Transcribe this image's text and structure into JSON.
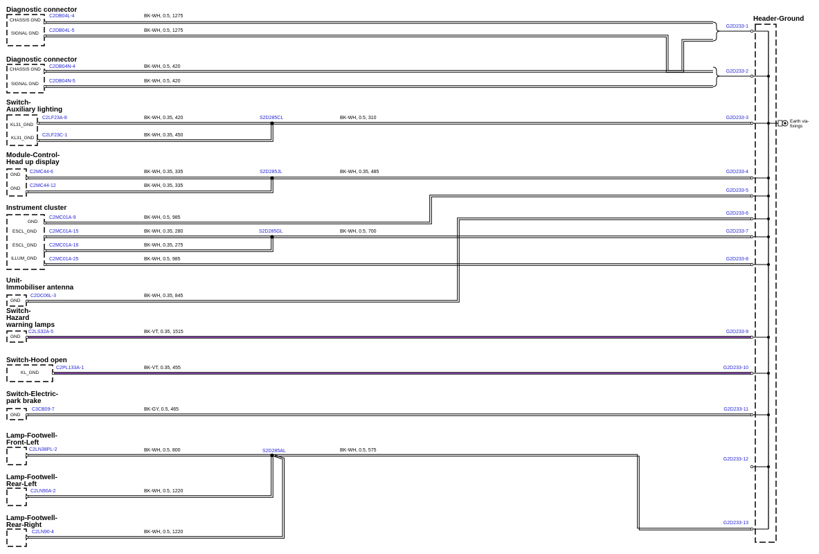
{
  "header": {
    "title": "Header-Ground"
  },
  "earth": {
    "line1": "Earth via-",
    "line2": "fixings"
  },
  "components": [
    {
      "title": [
        "Diagnostic connector"
      ],
      "pins": [
        "CHASSIS GND",
        "SIGNAL GND"
      ]
    },
    {
      "title": [
        "Diagnostic connector"
      ],
      "pins": [
        "CHASSIS GND",
        "SIGNAL GND"
      ]
    },
    {
      "title": [
        "Switch-",
        "Auxiliary lighting"
      ],
      "pins": [
        "KL31_GND",
        "KL31_GND"
      ]
    },
    {
      "title": [
        "Module-Control-",
        "Head up display"
      ],
      "pins": [
        "GND",
        "GND"
      ]
    },
    {
      "title": [
        "Instrument cluster"
      ],
      "pins": [
        "GND",
        "ESCL_GND",
        "ESCL_GND",
        "ILLUM_GND"
      ]
    },
    {
      "title": [
        "Unit-",
        "Immobiliser antenna"
      ],
      "pins": [
        "GND"
      ]
    },
    {
      "title": [
        "Switch-",
        "Hazard",
        "warning lamps"
      ],
      "pins": [
        "GND"
      ]
    },
    {
      "title": [
        "Switch-Hood open"
      ],
      "pins": [
        "KL_GND"
      ]
    },
    {
      "title": [
        "Switch-Electric-",
        "park brake"
      ],
      "pins": [
        "GND"
      ]
    },
    {
      "title": [
        "Lamp-Footwell-",
        "Front-Left"
      ],
      "pins": []
    },
    {
      "title": [
        "Lamp-Footwell-",
        "Rear-Left"
      ],
      "pins": []
    },
    {
      "title": [
        "Lamp-Footwell-",
        "Rear-Right"
      ],
      "pins": []
    }
  ],
  "wires": [
    {
      "conn": "C2DB04L-4",
      "spec": "BK-WH,  0.5,  1275"
    },
    {
      "conn": "C2DB04L-5",
      "spec": "BK-WH,  0.5,  1275"
    },
    {
      "conn": "C2DB04N-4",
      "spec": "BK-WH,  0.5,  420"
    },
    {
      "conn": "C2DB04N-5",
      "spec": "BK-WH,  0.5,  420"
    },
    {
      "conn": "C2LF23A-8",
      "spec": "BK-WH,  0.35,  420"
    },
    {
      "conn": "C2LF23C-1",
      "spec": "BK-WH,  0.35,  450"
    },
    {
      "conn": "C2MC44-6",
      "spec": "BK-WH,  0.35,  335"
    },
    {
      "conn": "C2MC44-12",
      "spec": "BK-WH,  0.35,  335"
    },
    {
      "conn": "C2MC01A-9",
      "spec": "BK-WH,  0.5,  985"
    },
    {
      "conn": "C2MC01A-15",
      "spec": "BK-WH,  0.35,  280"
    },
    {
      "conn": "C2MC01A-16",
      "spec": "BK-WH,  0.35,  275"
    },
    {
      "conn": "C2MC01A-25",
      "spec": "BK-WH,  0.5,  985"
    },
    {
      "conn": "C2DC06L-3",
      "spec": "BK-WH,  0.35,  845"
    },
    {
      "conn": "C2LS32A-5",
      "spec": "BK-VT,  0.35,  1515"
    },
    {
      "conn": "C2PL133A-1",
      "spec": "BK-VT,  0.35,  455"
    },
    {
      "conn": "C3CB09-7",
      "spec": "BK-GY,  0.5,  465"
    },
    {
      "conn": "C2LN38PL-2",
      "spec": "BK-WH,  0.5,  800"
    },
    {
      "conn": "C2LN90A-2",
      "spec": "BK-WH,  0.5,  1220"
    },
    {
      "conn": "C2LN90-4",
      "spec": "BK-WH,  0.5,  1220"
    }
  ],
  "splices": [
    {
      "name": "S2D285CL",
      "spec": "BK-WH,  0.5,  310"
    },
    {
      "name": "S2D285JL",
      "spec": "BK-WH,  0.35,  485"
    },
    {
      "name": "S2D285GL",
      "spec": "BK-WH,  0.5,  700"
    },
    {
      "name": "S2D285AL",
      "spec": "BK-WH,  0.5,  575"
    }
  ],
  "pins": [
    "G2D233-1",
    "G2D233-2",
    "G2D233-3",
    "G2D233-4",
    "G2D233-5",
    "G2D233-6",
    "G2D233-7",
    "G2D233-8",
    "G2D233-9",
    "G2D233-10",
    "G2D233-11",
    "G2D233-12",
    "G2D233-13"
  ],
  "colors": {
    "connector_text": "#1f1fd6",
    "violet_wire": "#7a1fb0",
    "wire": "#000000"
  }
}
